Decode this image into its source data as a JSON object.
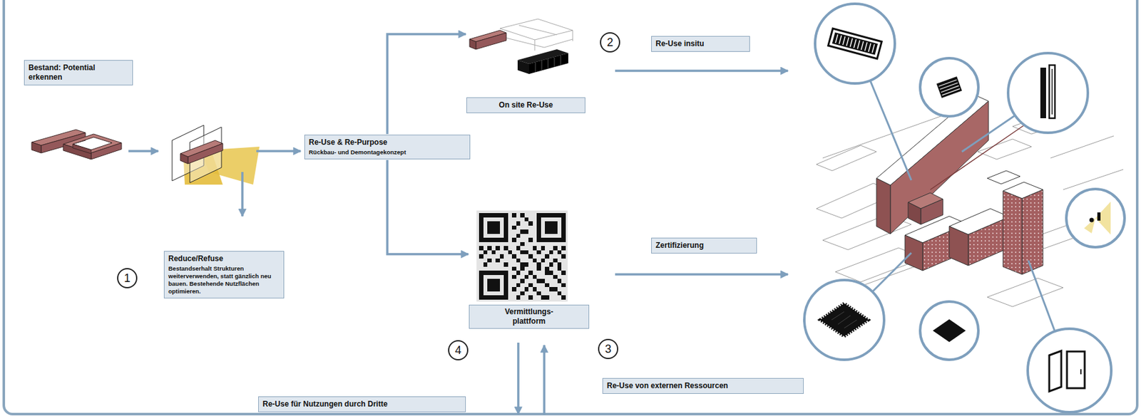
{
  "diagram": {
    "nodes": [
      {
        "text": [
          "Bestand: Potential erkennen"
        ]
      },
      {
        "text": [
          "Re-Use & Re-Purpose",
          "Rückbau- und Demontagekonzept"
        ]
      },
      {
        "text": [
          "1"
        ]
      },
      {
        "text": [
          "Reduce/Refuse",
          "Bestandserhalt Strukturen weiterverwenden, statt gänzlich neu bauen. Bestehende Nutzflächen optimieren."
        ]
      },
      {
        "text": [
          "On site Re-Use"
        ]
      },
      {
        "text": [
          "2"
        ]
      },
      {
        "text": [
          "Re-Use insitu"
        ]
      },
      {
        "text": [
          "Vermittlungs- plattform"
        ]
      },
      {
        "text": [
          "Zertifizierung"
        ]
      },
      {
        "text": [
          "4"
        ]
      },
      {
        "text": [
          "3"
        ]
      },
      {
        "text": [
          "Re-Use für Nutzungen durch Dritte"
        ]
      },
      {
        "text": [
          "Re-Use von externen Ressourcen"
        ]
      }
    ],
    "edges": [
      {
        "from": 1,
        "to": 4,
        "arrow": "to"
      },
      {
        "from": 1,
        "to": 7,
        "arrow": "to"
      }
    ]
  }
}
